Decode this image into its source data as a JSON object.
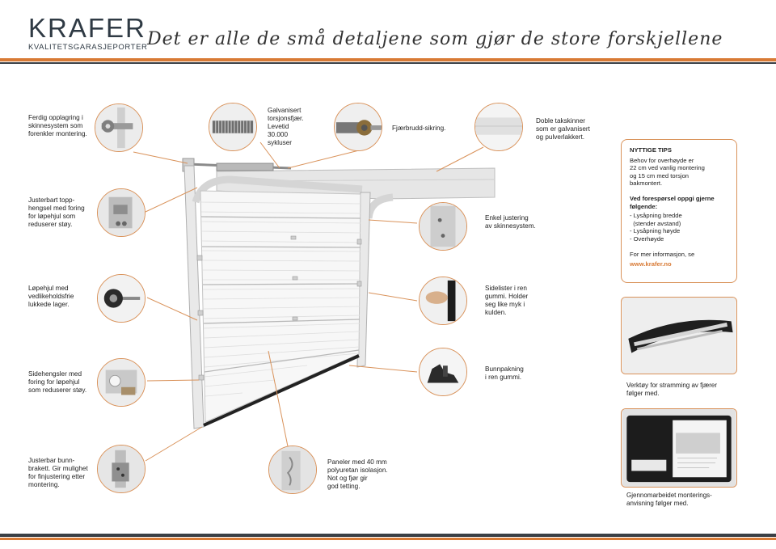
{
  "header": {
    "brand": "KRAFER",
    "brand_sub": "KVALITETSGARASJEPORTER",
    "tagline": "Det er alle de små detaljene som gjør de store forskjellene"
  },
  "labels": {
    "l1": [
      "Ferdig opplagring i",
      "skinnesystem som",
      "forenkler montering."
    ],
    "l2": [
      "Justerbart topp-",
      "hengsel med foring",
      "for løpehjul som",
      "reduserer støy."
    ],
    "l3": [
      "Løpehjul med",
      "vedlikeholdsfrie",
      "lukkede lager."
    ],
    "l4": [
      "Sidehengsler med",
      "foring for løpehjul",
      "som reduserer støy."
    ],
    "l5": [
      "Justerbar bunn-",
      "brakett. Gir mulighet",
      "for finjustering etter",
      "montering."
    ],
    "t1": [
      "Galvanisert",
      "torsjonsfjær.",
      "Levetid",
      "30.000",
      "sykluser"
    ],
    "t2": [
      "Fjærbrudd-sikring."
    ],
    "t3": [
      "Doble takskinner",
      "som er galvanisert",
      "og pulverlakkert."
    ],
    "r1": [
      "Enkel justering",
      "av skinnesystem."
    ],
    "r2": [
      "Sidelister i ren",
      "gummi. Holder",
      "seg like myk i",
      "kulden."
    ],
    "r3": [
      "Bunnpakning",
      "i ren gummi."
    ],
    "b1": [
      "Paneler med 40 mm",
      "polyuretan isolasjon.",
      "Not og fjør gir",
      "god tetting."
    ]
  },
  "tips": {
    "title": "NYTTIGE TIPS",
    "body": [
      "Behov for overhøyde er",
      "22 cm ved vanlig montering",
      "og 15 cm med torsjon",
      "bakmontert."
    ],
    "subtitle": [
      "Ved forespørsel oppgi gjerne",
      "følgende:"
    ],
    "items": [
      "- Lysåpning bredde",
      "  (stender avstand)",
      "- Lysåpning høyde",
      "- Overhøyde"
    ],
    "more": "For mer informasjon, se",
    "website": "www.krafer.no"
  },
  "captions": {
    "tool": [
      "Verktøy for stramming av fjærer",
      "følger med."
    ],
    "manual": [
      "Gjennomarbeidet monterings-",
      "anvisning følger med."
    ]
  },
  "colors": {
    "accent": "#d87a35",
    "dark": "#3a3f45"
  }
}
